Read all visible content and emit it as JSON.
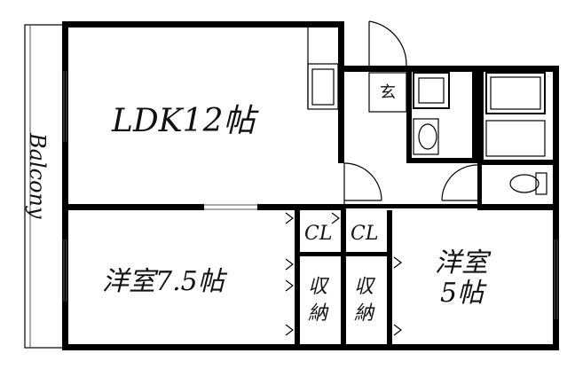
{
  "rooms": {
    "ldk": "LDK12帖",
    "western_large": "洋室7.5帖",
    "western_small_line1": "洋室",
    "western_small_line2": "5帖",
    "balcony": "Balcony",
    "entrance": "玄",
    "closet_left": "CL",
    "closet_right": "CL",
    "storage_left_line1": "収",
    "storage_left_line2": "納",
    "storage_right_line1": "収",
    "storage_right_line2": "納"
  }
}
